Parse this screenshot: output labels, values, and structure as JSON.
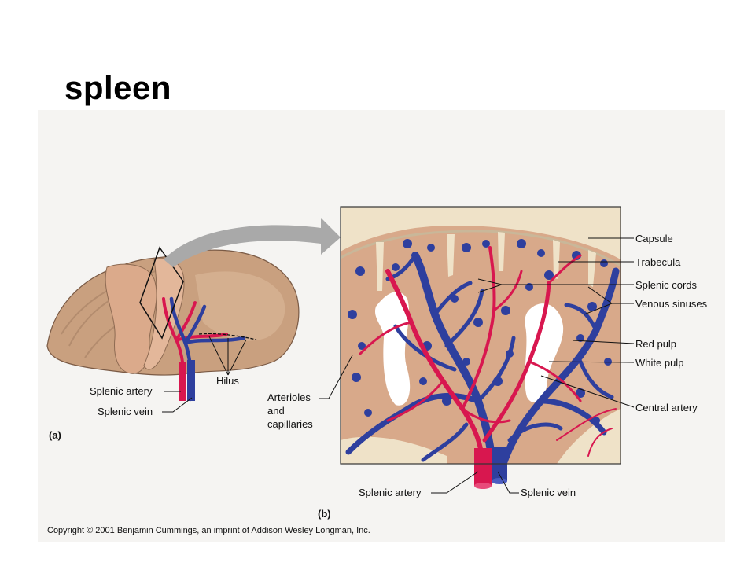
{
  "slide": {
    "title": "spleen"
  },
  "figure": {
    "panel_a": {
      "tag": "(a)",
      "labels": {
        "splenic_artery": "Splenic artery",
        "splenic_vein": "Splenic vein",
        "hilus": "Hilus"
      }
    },
    "panel_b": {
      "tag": "(b)",
      "labels": {
        "capsule": "Capsule",
        "trabecula": "Trabecula",
        "splenic_cords": "Splenic cords",
        "venous_sinuses": "Venous sinuses",
        "red_pulp": "Red pulp",
        "white_pulp": "White pulp",
        "central_artery": "Central artery",
        "arterioles_1": "Arterioles",
        "arterioles_2": "and",
        "arterioles_3": "capillaries",
        "splenic_artery": "Splenic artery",
        "splenic_vein": "Splenic vein"
      }
    },
    "copyright": "Copyright © 2001 Benjamin Cummings, an imprint of Addison Wesley Longman, Inc."
  },
  "colors": {
    "tissue": "#d8a98a",
    "tissue_dark": "#b98569",
    "capsule": "#efe2c8",
    "artery": "#d8174f",
    "vein": "#2e3f9e",
    "white_pulp": "#ffffff",
    "organ": "#c9a07f",
    "arrow": "#a9a9a9"
  }
}
